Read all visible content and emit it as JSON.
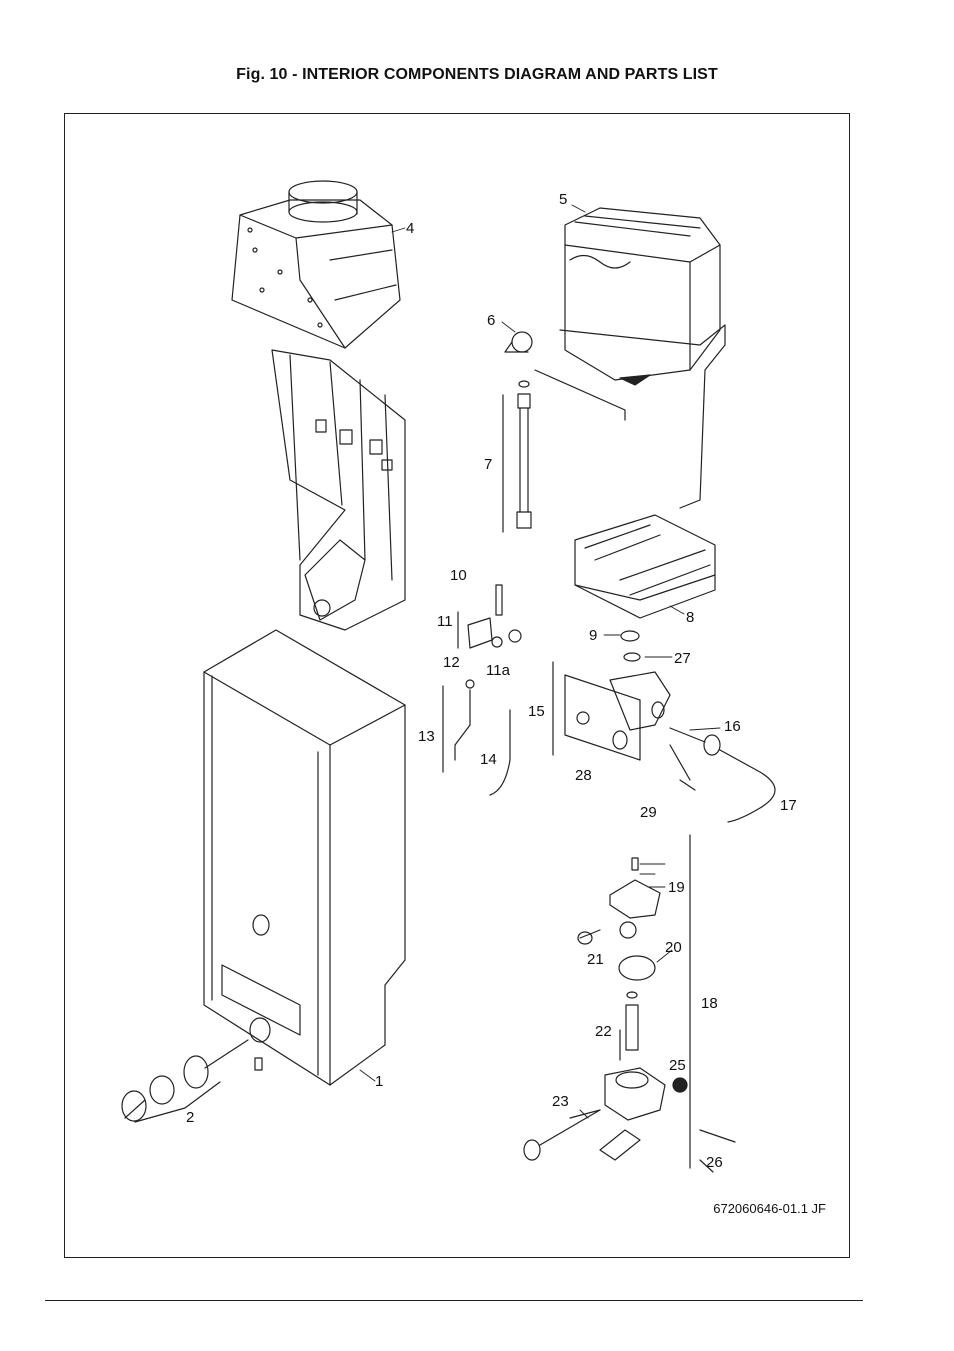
{
  "figure": {
    "title": "Fig. 10 - INTERIOR COMPONENTS DIAGRAM AND PARTS LIST",
    "document_code": "672060646-01.1 JF"
  },
  "callouts": [
    {
      "id": "c1",
      "text": "1"
    },
    {
      "id": "c2",
      "text": "2"
    },
    {
      "id": "c4",
      "text": "4"
    },
    {
      "id": "c5",
      "text": "5"
    },
    {
      "id": "c6",
      "text": "6"
    },
    {
      "id": "c7",
      "text": "7"
    },
    {
      "id": "c8",
      "text": "8"
    },
    {
      "id": "c9",
      "text": "9"
    },
    {
      "id": "c10",
      "text": "10"
    },
    {
      "id": "c11",
      "text": "11"
    },
    {
      "id": "c11a",
      "text": "11a"
    },
    {
      "id": "c12",
      "text": "12"
    },
    {
      "id": "c13",
      "text": "13"
    },
    {
      "id": "c14",
      "text": "14"
    },
    {
      "id": "c15",
      "text": "15"
    },
    {
      "id": "c16",
      "text": "16"
    },
    {
      "id": "c17",
      "text": "17"
    },
    {
      "id": "c18",
      "text": "18"
    },
    {
      "id": "c19",
      "text": "19"
    },
    {
      "id": "c20",
      "text": "20"
    },
    {
      "id": "c21",
      "text": "21"
    },
    {
      "id": "c22",
      "text": "22"
    },
    {
      "id": "c23",
      "text": "23"
    },
    {
      "id": "c25",
      "text": "25"
    },
    {
      "id": "c26",
      "text": "26"
    },
    {
      "id": "c27",
      "text": "27"
    },
    {
      "id": "c28",
      "text": "28"
    },
    {
      "id": "c29",
      "text": "29"
    }
  ]
}
